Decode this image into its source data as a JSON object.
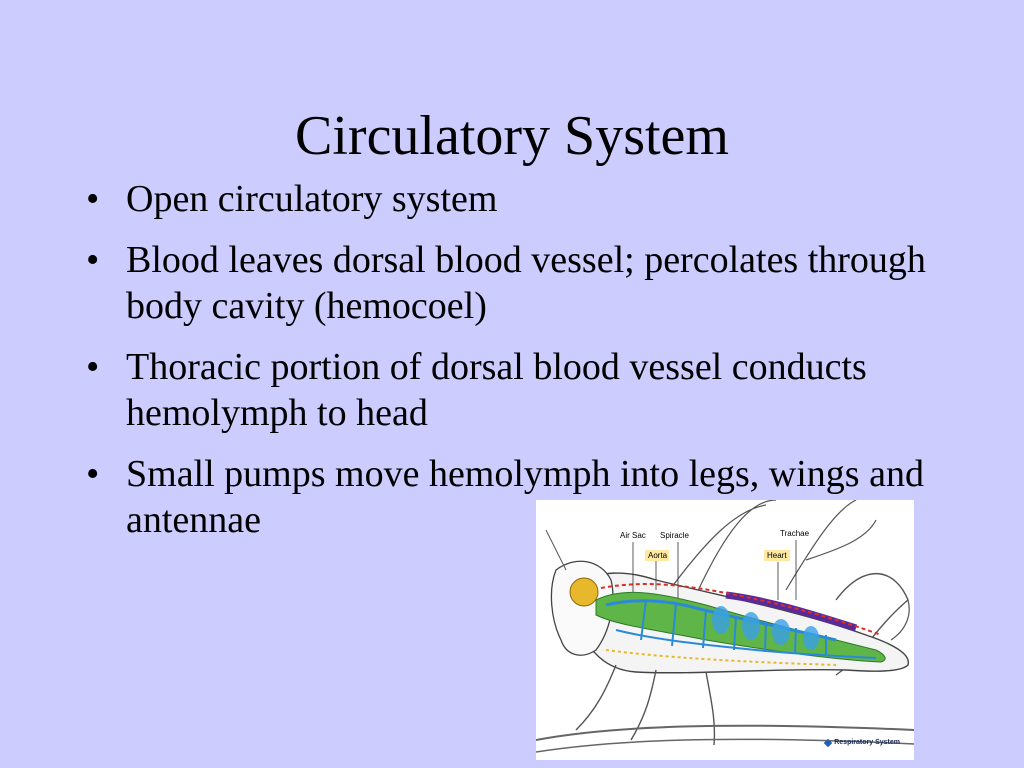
{
  "slide": {
    "title": "Circulatory System",
    "bullets": [
      "Open circulatory system",
      "Blood leaves dorsal blood vessel; percolates through body cavity (hemocoel)",
      "Thoracic portion of dorsal blood vessel conducts hemolymph to head",
      "Small pumps move hemolymph into legs, wings and antennae"
    ],
    "bullet_glyph": "•"
  },
  "figure": {
    "labels": {
      "air_sac": "Air Sac",
      "spiracle": "Spiracle",
      "aorta": "Aorta",
      "trachae": "Trachae",
      "heart": "Heart"
    },
    "caption": "Respiratory System"
  },
  "colors": {
    "background": "#ccccff",
    "label_highlight": "#ffe8a0"
  }
}
